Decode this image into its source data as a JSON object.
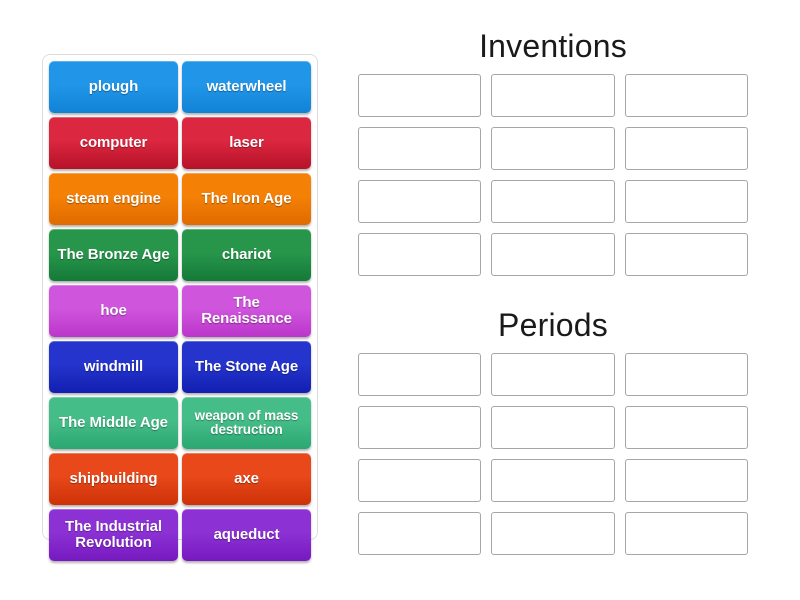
{
  "pool": {
    "name": "Draggable answer tiles",
    "tiles": [
      {
        "label": "plough",
        "color": "#2196e8",
        "color_dark": "#1183d6"
      },
      {
        "label": "waterwheel",
        "color": "#2196e8",
        "color_dark": "#1183d6"
      },
      {
        "label": "computer",
        "color": "#dc2740",
        "color_dark": "#b61228"
      },
      {
        "label": "laser",
        "color": "#dc2740",
        "color_dark": "#b61228"
      },
      {
        "label": "steam engine",
        "color": "#f48006",
        "color_dark": "#e06b00"
      },
      {
        "label": "The Iron Age",
        "color": "#f48006",
        "color_dark": "#e06b00"
      },
      {
        "label": "The Bronze Age",
        "color": "#27964b",
        "color_dark": "#157a38"
      },
      {
        "label": "chariot",
        "color": "#27964b",
        "color_dark": "#157a38"
      },
      {
        "label": "hoe",
        "color": "#cf55dd",
        "color_dark": "#bb36ca"
      },
      {
        "label": "The Renaissance",
        "color": "#cf55dd",
        "color_dark": "#bb36ca"
      },
      {
        "label": "windmill",
        "color": "#2434cc",
        "color_dark": "#121fb0"
      },
      {
        "label": "The Stone Age",
        "color": "#2434cc",
        "color_dark": "#121fb0"
      },
      {
        "label": "The Middle Age",
        "color": "#45bd89",
        "color_dark": "#2ba771"
      },
      {
        "label": "weapon of mass destruction",
        "color": "#45bd89",
        "color_dark": "#2ba771",
        "small": true
      },
      {
        "label": "shipbuilding",
        "color": "#e8481a",
        "color_dark": "#cd3207"
      },
      {
        "label": "axe",
        "color": "#e8481a",
        "color_dark": "#cd3207"
      },
      {
        "label": "The Industrial Revolution",
        "color": "#8c31d4",
        "color_dark": "#761ac0"
      },
      {
        "label": "aqueduct",
        "color": "#8c31d4",
        "color_dark": "#761ac0"
      }
    ]
  },
  "groups": [
    {
      "title": "Inventions",
      "rows": 4,
      "cols": 3,
      "slots": [
        "",
        "",
        "",
        "",
        "",
        "",
        "",
        "",
        "",
        "",
        "",
        ""
      ]
    },
    {
      "title": "Periods",
      "rows": 4,
      "cols": 3,
      "slots": [
        "",
        "",
        "",
        "",
        "",
        "",
        "",
        "",
        "",
        "",
        "",
        ""
      ]
    }
  ]
}
